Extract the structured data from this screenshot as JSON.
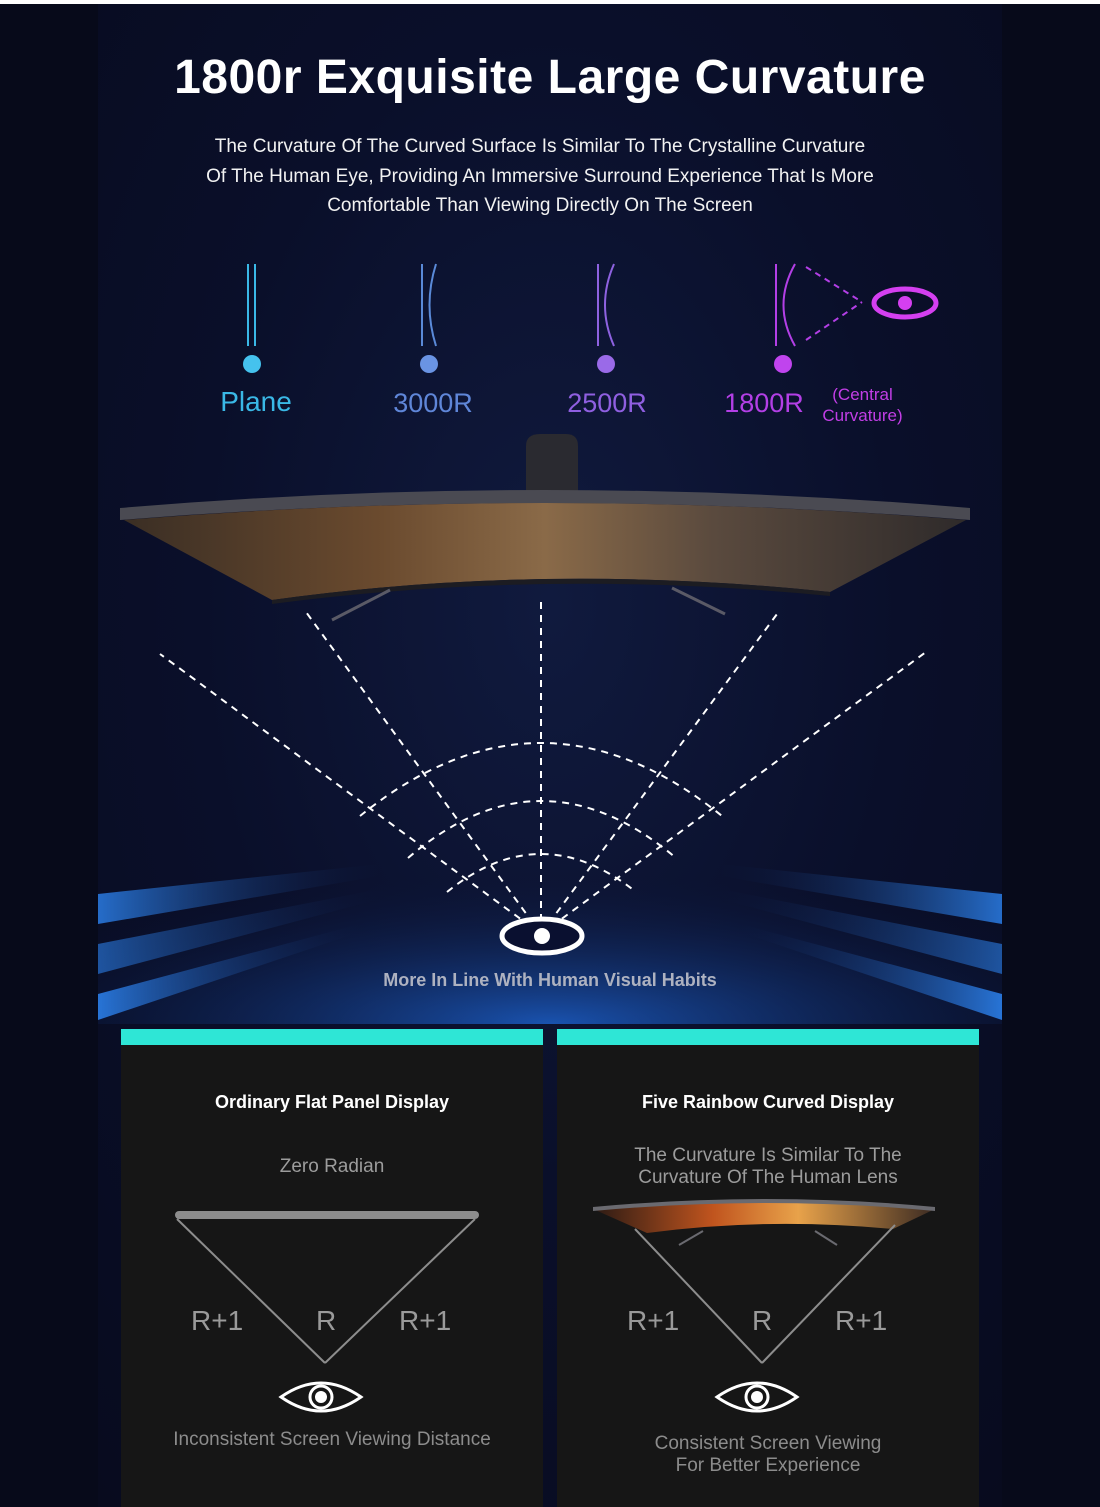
{
  "header": {
    "title": "1800r Exquisite Large Curvature",
    "subtitle_lines": [
      "The Curvature Of The Curved Surface Is Similar To The Crystalline Curvature",
      "Of The Human Eye, Providing An Immersive Surround Experience That Is More",
      "Comfortable Than Viewing Directly On The Screen"
    ]
  },
  "curvature_scale": {
    "labels": [
      "Plane",
      "3000R",
      "2500R",
      "1800R"
    ],
    "central_note_lines": [
      "(Central",
      "Curvature)"
    ],
    "colors": [
      "#3ab8e6",
      "#5f86d8",
      "#8f5fe0",
      "#b33fe6"
    ]
  },
  "visual": {
    "caption": "More In Line With Human Visual Habits"
  },
  "cards": {
    "flat": {
      "title": "Ordinary Flat Panel Display",
      "subtitle": "Zero Radian",
      "labels": [
        "R+1",
        "R",
        "R+1"
      ],
      "footer": "Inconsistent Screen Viewing Distance"
    },
    "curved": {
      "title": "Five Rainbow Curved Display",
      "subtitle_lines": [
        "The Curvature Is Similar To The",
        "Curvature Of The Human Lens"
      ],
      "labels": [
        "R+1",
        "R",
        "R+1"
      ],
      "footer_lines": [
        "Consistent Screen Viewing",
        "For Better Experience"
      ]
    }
  }
}
